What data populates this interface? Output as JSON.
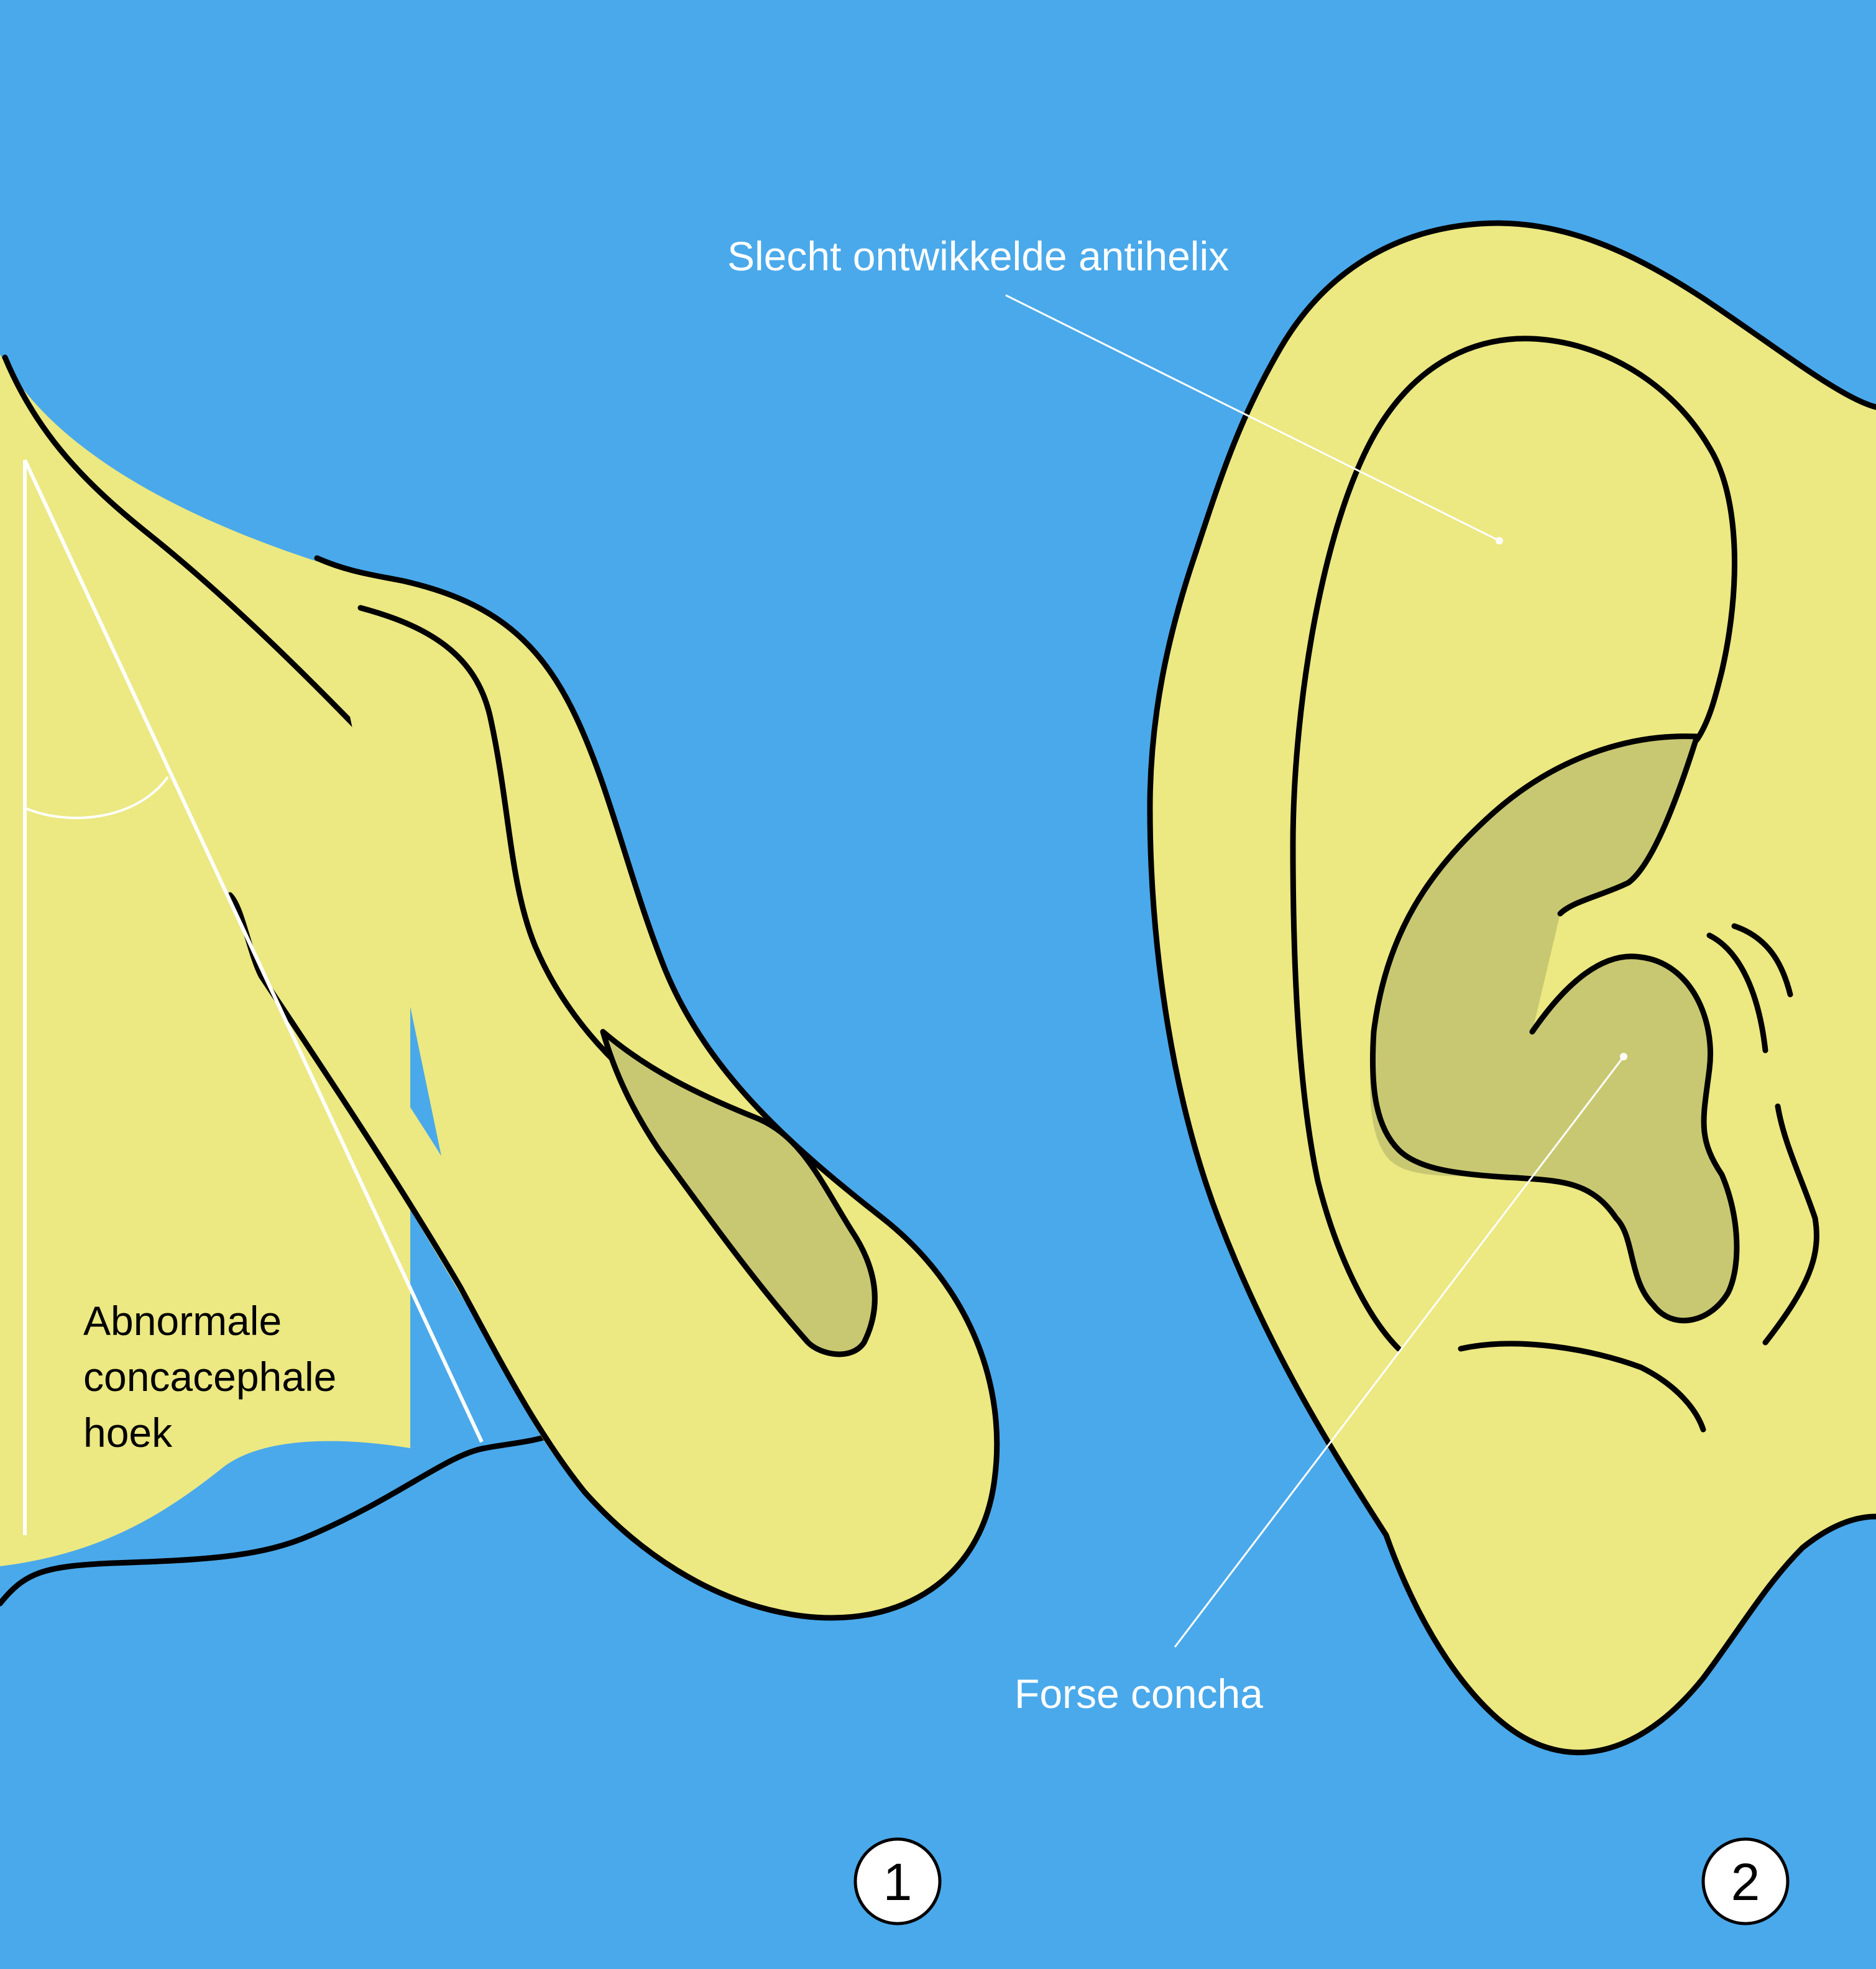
{
  "colors": {
    "background": "#4aa9ea",
    "skin": "#ece882",
    "concha_shade": "#c9c872",
    "outline": "#000000",
    "annotation": "#ffffff"
  },
  "labels": {
    "antihelix": "Slecht ontwikkelde antihelix",
    "concha": "Forse concha",
    "angle_lines": [
      "Abnormale",
      "concacephale",
      "hoek"
    ]
  },
  "panels": [
    {
      "number": "1"
    },
    {
      "number": "2"
    }
  ]
}
